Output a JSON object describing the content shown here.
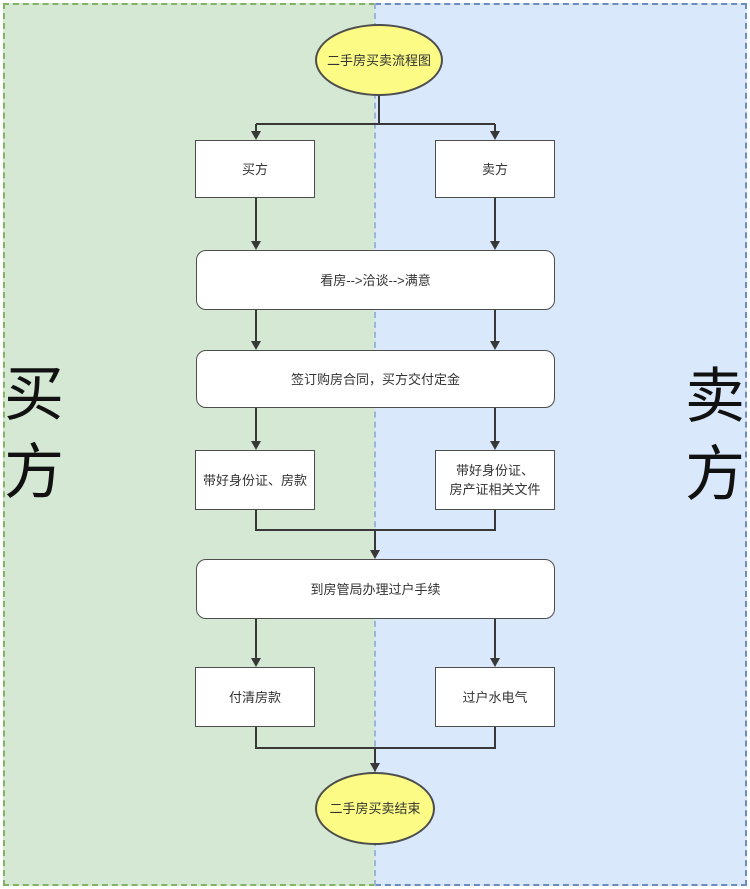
{
  "lanes": {
    "buyer": {
      "label": "买方",
      "bg": "#d5e8d4",
      "border": "#82b366"
    },
    "seller": {
      "label": "卖方",
      "bg": "#dae8fc",
      "border": "#6c8ebf"
    }
  },
  "nodes": {
    "start": {
      "shape": "ellipse",
      "label": "二手房买卖流程图",
      "fill": "#fbfb86"
    },
    "buyer_party": {
      "shape": "rect",
      "label": "买方"
    },
    "seller_party": {
      "shape": "rect",
      "label": "卖方"
    },
    "view_house": {
      "shape": "rounded",
      "label": "看房-->洽谈-->满意"
    },
    "sign_contract": {
      "shape": "rounded",
      "label": "签订购房合同，买方交付定金"
    },
    "buyer_docs": {
      "shape": "rect",
      "label": "带好身份证、房款"
    },
    "seller_docs": {
      "shape": "rect",
      "label": "带好身份证、房产证相关文件",
      "lines": [
        "带好身份证、",
        "房产证相关文件"
      ]
    },
    "transfer_procedure": {
      "shape": "rounded",
      "label": "到房管局办理过户手续"
    },
    "pay_balance": {
      "shape": "rect",
      "label": "付清房款"
    },
    "transfer_utilities": {
      "shape": "rect",
      "label": "过户水电气"
    },
    "end": {
      "shape": "ellipse",
      "label": "二手房买卖结束",
      "fill": "#fbfb86"
    }
  },
  "colors": {
    "lane_buyer_bg": "#d5e8d4",
    "lane_buyer_border": "#82b366",
    "lane_seller_bg": "#dae8fc",
    "lane_seller_border": "#6c8ebf",
    "lane_divider": "#9cb5d6",
    "node_fill": "#ffffff",
    "node_border": "#4d4d4d",
    "terminal_fill": "#fbfb86",
    "connector": "#383838",
    "text": "#333333"
  }
}
